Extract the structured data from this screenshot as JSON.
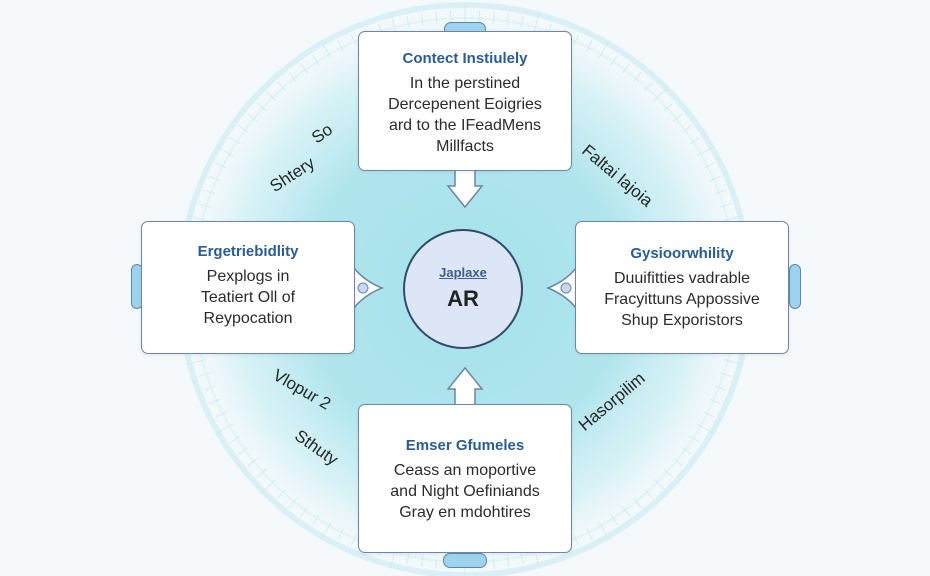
{
  "diagram": {
    "hub": {
      "subtitle": "Japlaxe",
      "title": "AR"
    },
    "cards": {
      "top": {
        "title": "Contect Instiulely",
        "lines": [
          "In the perstined",
          "Dercepenent Eoigries",
          "ard to the IFeadMens",
          "Millfacts"
        ]
      },
      "left": {
        "title": "Ergetriebidlity",
        "lines": [
          "Pexplogs in",
          "Teatiert Oll of",
          "Reypocation"
        ]
      },
      "right": {
        "title": "Gysioorwhility",
        "lines": [
          "Duuifitties vadrable",
          "Fracyittuns Appossive",
          "Shup Exporistors"
        ]
      },
      "bottom": {
        "title": "Emser Gfumeles",
        "lines": [
          "Ceass an moportive",
          "and Night Oefiniands",
          "Gray en mdohtires"
        ]
      }
    },
    "ring_labels": {
      "top_left_a": "So",
      "top_left_b": "Shtery",
      "top_right": "Faltai lajoia",
      "bottom_left_a": "Vlopur 2",
      "bottom_left_b": "Sthuty",
      "bottom_right": "Hasorpilim"
    },
    "arrows": {
      "top": "down",
      "bottom": "up",
      "left": "right",
      "right": "left"
    },
    "colors": {
      "title": "#2a5d93",
      "border": "#6b86a8",
      "hub_fill": "#dde6f7",
      "tab_fill": "#9dd3ec",
      "glow": "#a6e4ea"
    }
  }
}
